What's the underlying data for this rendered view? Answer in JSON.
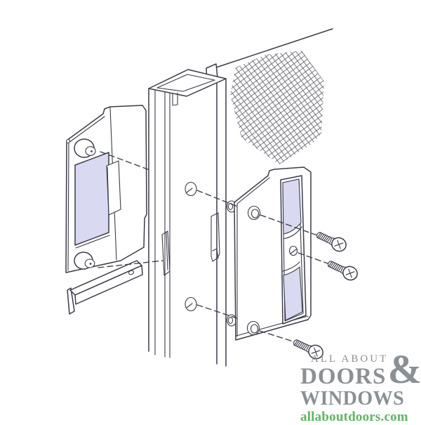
{
  "colors": {
    "bg": "#ffffff",
    "line": "#3c3c49",
    "accent": "#d9d9f2",
    "logo-gray": "#8b9094",
    "logo-green": "#5db661"
  },
  "logo": {
    "line1": "ALL ABOUT",
    "line2": "DOORS",
    "ampersand": "&",
    "line3": "WINDOWS",
    "website": "allaboutdoors.com"
  },
  "figure": {
    "type": "exploded-parts-diagram",
    "subject": "Sliding screen door latch, stile and keeper hardware with mounting screws",
    "parts": [
      "latch body with guide pins",
      "screen door stile channel",
      "keeper strike plate",
      "latch bar",
      "flat head screw",
      "flat head screw",
      "flat head screw",
      "screen mesh",
      "door frame edge"
    ]
  }
}
